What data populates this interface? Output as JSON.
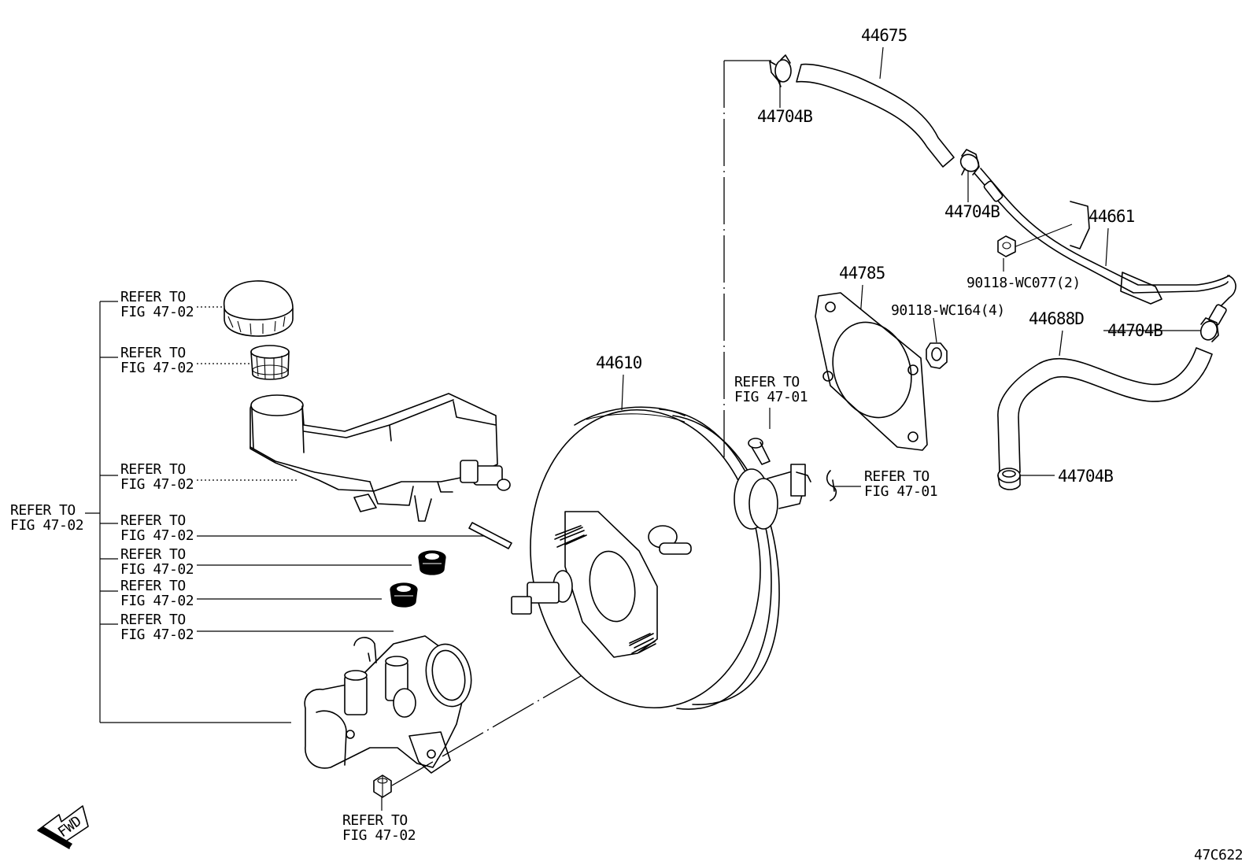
{
  "diagram": {
    "figure_code": "47C622",
    "fwd_label": "FWD",
    "callouts": {
      "p44675": "44675",
      "p44704b_top": "44704B",
      "p44704b_mid": "44704B",
      "p44661": "44661",
      "p90118_wc077": "90118-WC077(2)",
      "p44785": "44785",
      "p90118_wc164": "90118-WC164(4)",
      "p44688d": "44688D",
      "p44704b_right": "44704B",
      "p44704b_bottom": "44704B",
      "p44610": "44610"
    },
    "refers": {
      "r1": [
        "REFER TO",
        "FIG 47-02"
      ],
      "r2": [
        "REFER TO",
        "FIG 47-02"
      ],
      "r3": [
        "REFER TO",
        "FIG 47-02"
      ],
      "r4": [
        "REFER TO",
        "FIG 47-02"
      ],
      "r5": [
        "REFER TO",
        "FIG 47-02"
      ],
      "r6": [
        "REFER TO",
        "FIG 47-02"
      ],
      "r7": [
        "REFER TO",
        "FIG 47-02"
      ],
      "r_main": [
        "REFER TO",
        "FIG 47-02"
      ],
      "r_nut": [
        "REFER TO",
        "FIG 47-02"
      ],
      "r_pin": [
        "REFER TO",
        "FIG 47-01"
      ],
      "r_clip": [
        "REFER TO",
        "FIG 47-01"
      ]
    }
  }
}
